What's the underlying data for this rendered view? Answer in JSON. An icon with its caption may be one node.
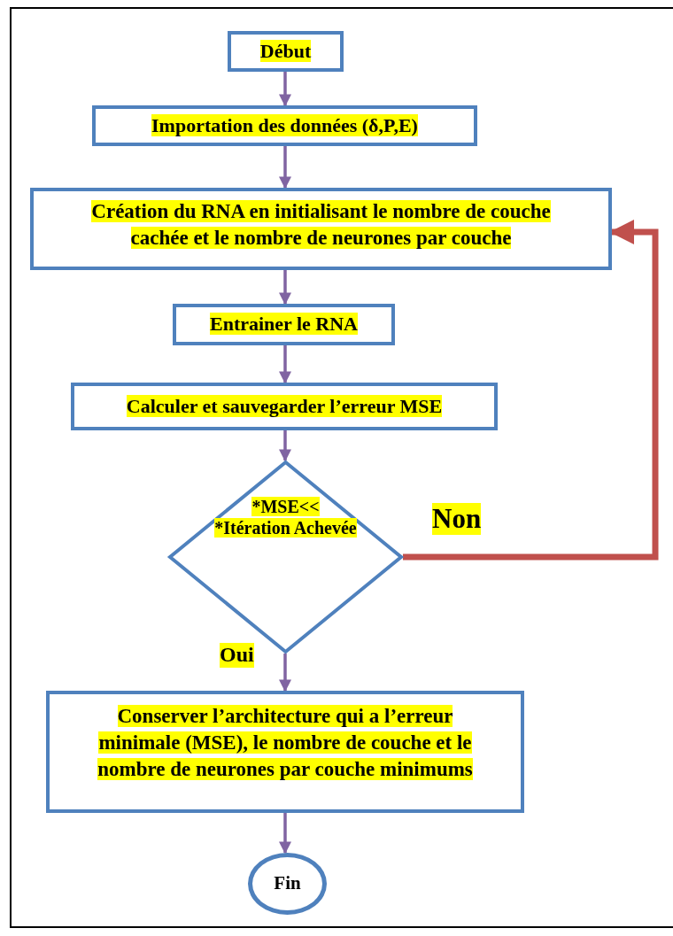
{
  "diagram": {
    "nodes": [
      {
        "text": [
          "Début"
        ]
      },
      {
        "text": [
          "Importation des données (δ,P,E)"
        ]
      },
      {
        "text": [
          "Création du RNA en initialisant le nombre de couche cachée et le nombre de neurones par couche"
        ]
      },
      {
        "text": [
          "Entrainer le RNA"
        ]
      },
      {
        "text": [
          "Calculer et sauvegarder l’erreur MSE"
        ]
      },
      {
        "text": [
          "*MSE<<",
          "*Itération Achevée"
        ]
      },
      {
        "text": [
          "Conserver l’architecture qui a l’erreur minimale (MSE), le nombre de couche et le nombre de neurones par couche minimums"
        ]
      },
      {
        "text": [
          "Fin"
        ]
      }
    ],
    "edges": [
      {
        "from": 0,
        "to": 1,
        "arrow": "to"
      },
      {
        "from": 1,
        "to": 2,
        "arrow": "to"
      },
      {
        "from": 2,
        "to": 3,
        "arrow": "to"
      },
      {
        "from": 3,
        "to": 4,
        "arrow": "to"
      },
      {
        "from": 4,
        "to": 5,
        "arrow": "to"
      },
      {
        "from": 5,
        "to": 2,
        "arrow": "to",
        "label": "Non",
        "style": "thick",
        "color": "#c0504d"
      },
      {
        "from": 5,
        "to": 6,
        "arrow": "to",
        "label": "Oui"
      },
      {
        "from": 6,
        "to": 7,
        "arrow": "to"
      }
    ]
  }
}
